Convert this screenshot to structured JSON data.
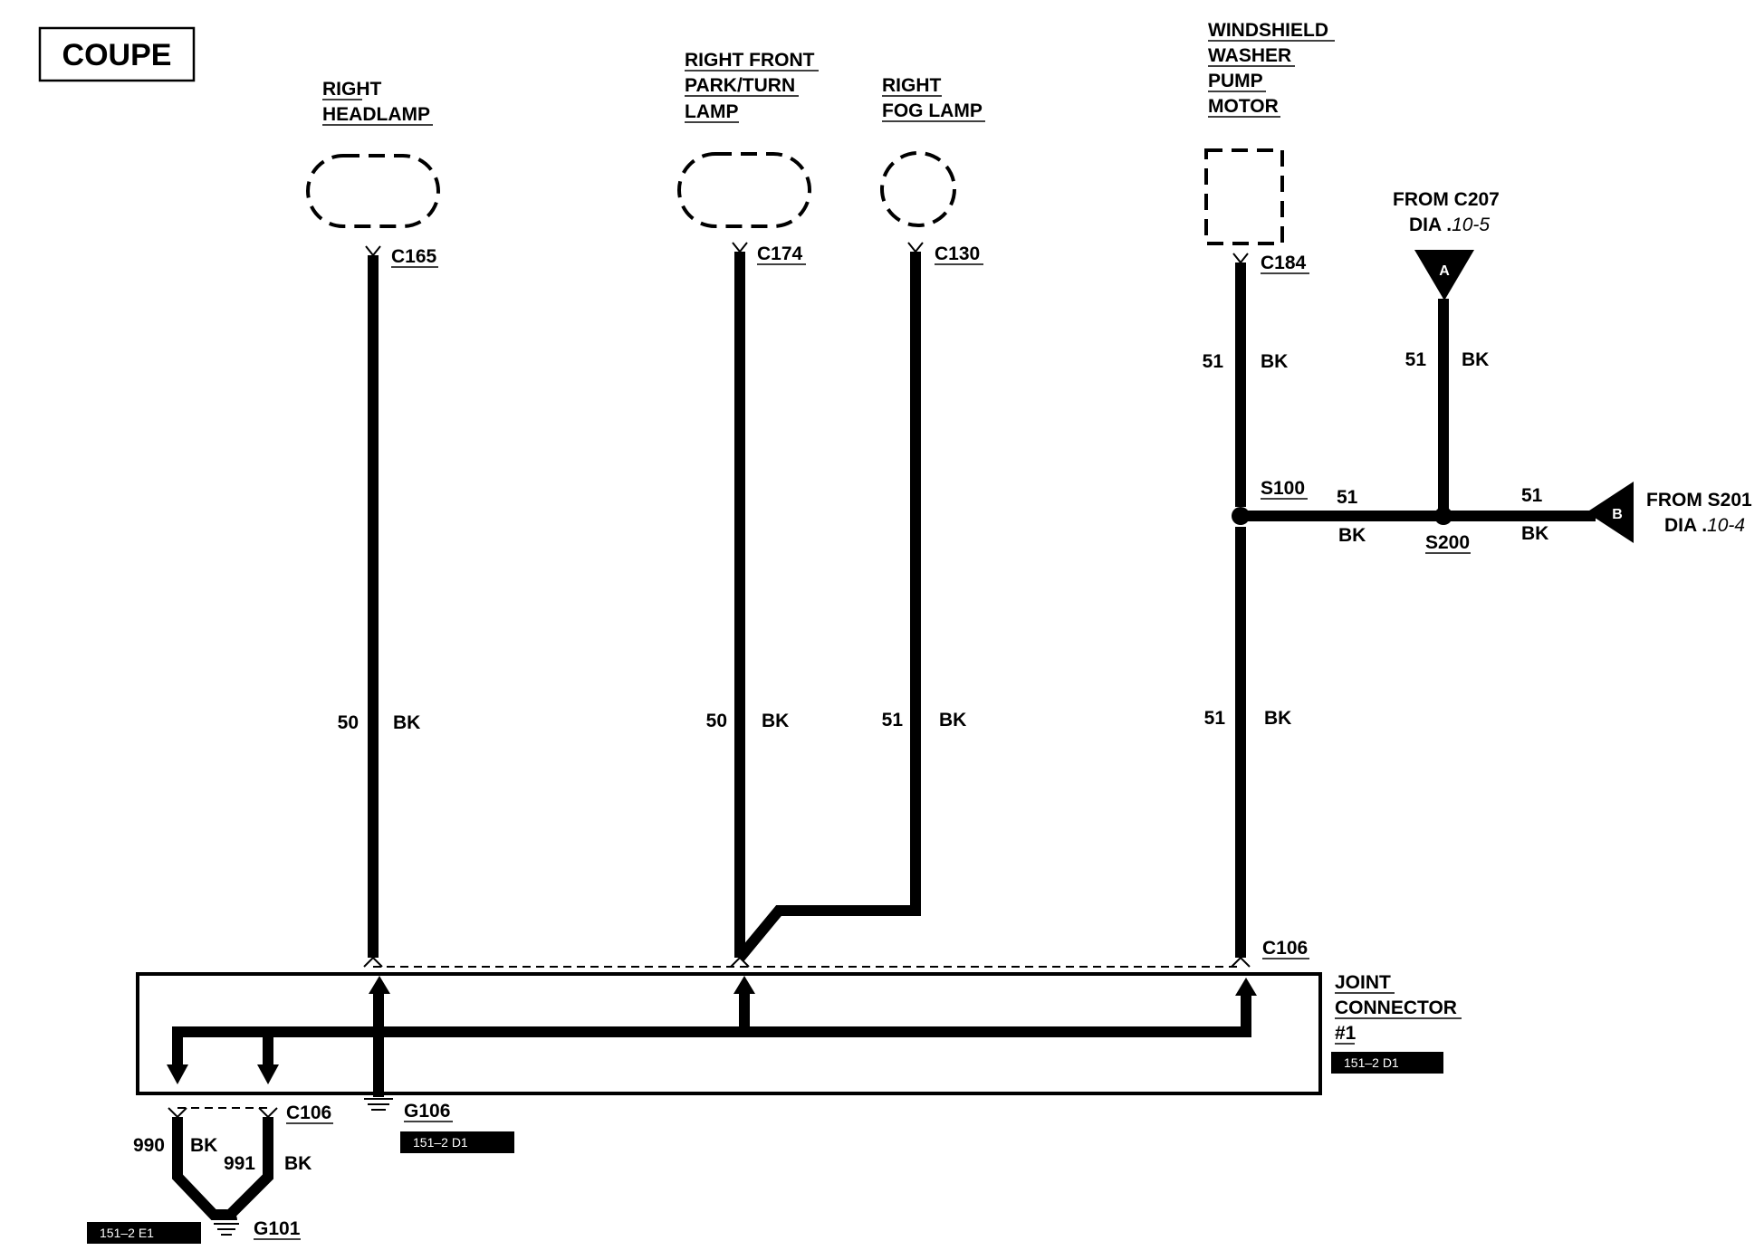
{
  "title_box": "COUPE",
  "components": {
    "right_headlamp": [
      "RIGHT",
      "HEADLAMP"
    ],
    "right_front_park_turn_lamp": [
      "RIGHT FRONT",
      "PARK/TURN",
      "LAMP"
    ],
    "right_fog_lamp": [
      "RIGHT",
      "FOG LAMP"
    ],
    "windshield_washer_pump_motor": [
      "WINDSHIELD",
      "WASHER",
      "PUMP",
      "MOTOR"
    ],
    "joint_connector": [
      "JOINT",
      "CONNECTOR",
      "#1"
    ]
  },
  "connectors": {
    "c165": "C165",
    "c174": "C174",
    "c130": "C130",
    "c184": "C184",
    "c106_top": "C106",
    "c106_bottom": "C106"
  },
  "splices": {
    "s100": "S100",
    "s200": "S200"
  },
  "grounds": {
    "g106": "G106",
    "g101": "G101"
  },
  "references": {
    "from_c207": [
      "FROM C207",
      "DIA .",
      "10-5"
    ],
    "from_s201": [
      "FROM S201",
      "DIA .",
      "10-4"
    ],
    "marker_a": "A",
    "marker_b": "B"
  },
  "circuits": {
    "headlamp": {
      "num": "50",
      "color": "BK"
    },
    "park_turn": {
      "num": "50",
      "color": "BK"
    },
    "fog": {
      "num": "51",
      "color": "BK"
    },
    "washer_upper": {
      "num": "51",
      "color": "BK"
    },
    "washer_lower": {
      "num": "51",
      "color": "BK"
    },
    "from_a": {
      "num": "51",
      "color": "BK"
    },
    "s100_s200": {
      "num": "51",
      "color": "BK"
    },
    "s200_b": {
      "num": "51",
      "color": "BK"
    },
    "g101_left": {
      "num": "990",
      "color": "BK"
    },
    "g101_right": {
      "num": "991",
      "color": "BK"
    }
  },
  "tags": {
    "joint_connector_tag": "151–2 D1",
    "g106_tag": "151–2 D1",
    "g101_tag": "151–2 E1"
  }
}
